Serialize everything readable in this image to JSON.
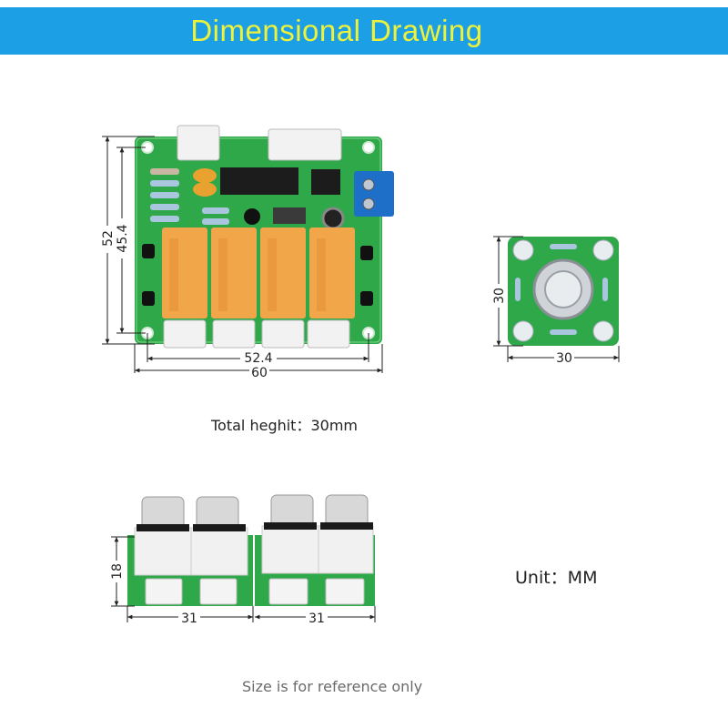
{
  "header": {
    "title": "Dimensional Drawing",
    "background_color": "#1d9fe6",
    "title_color": "#eef23a"
  },
  "relay_board": {
    "width_label": "60",
    "hole_spacing_width_label": "52.4",
    "height_label": "52",
    "hole_spacing_height_label": "45.4",
    "pcb_color": "#2fa84a",
    "relay_color": "#f2a64a",
    "terminal_color": "#1e6fc7"
  },
  "switch_board": {
    "width_label": "30",
    "height_label": "30"
  },
  "rca_boards": {
    "height_label": "18",
    "left_width_label": "31",
    "right_width_label": "31"
  },
  "captions": {
    "total_height": "Total heghit：30mm",
    "unit": "Unit：MM",
    "note": "Size is for reference only"
  }
}
